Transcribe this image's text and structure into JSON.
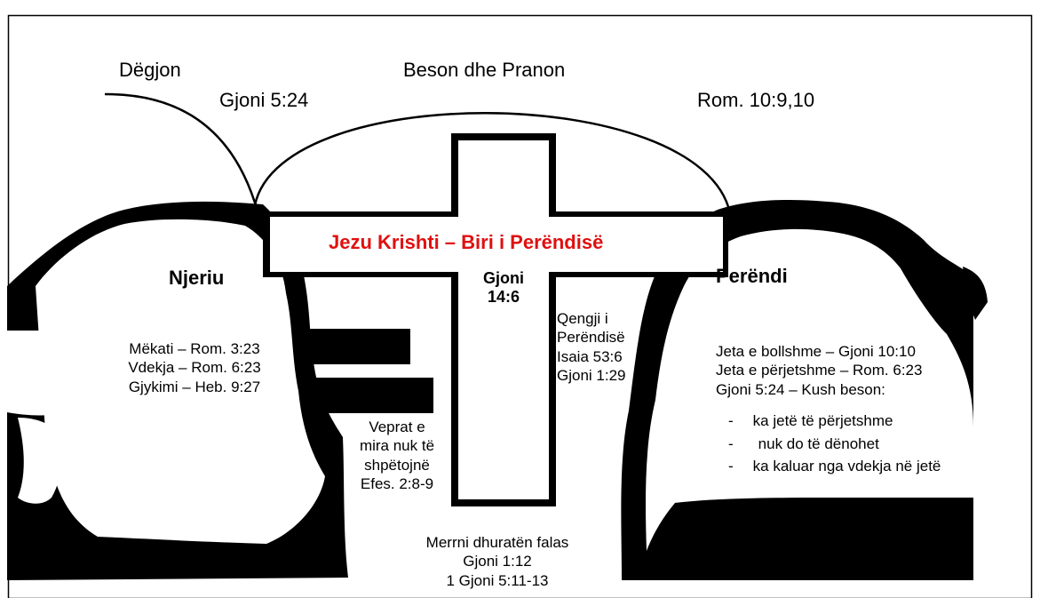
{
  "colors": {
    "ink": "#000000",
    "background": "#ffffff",
    "cross_title": "#e01010"
  },
  "top": {
    "hears": "Dëgjon",
    "believes": "Beson dhe Pranon",
    "ref_left": "Gjoni 5:24",
    "ref_right": "Rom. 10:9,10"
  },
  "left_cliff": {
    "title": "Njeriu",
    "lines": [
      "Mëkati – Rom. 3:23",
      "Vdekja – Rom. 6:23",
      "Gjykimi – Heb. 9:27"
    ]
  },
  "cross": {
    "title": "Jezu Krishti – Biri i Perëndisë",
    "ref_line1": "Gjoni",
    "ref_line2": "14:6",
    "lamb": [
      "Qengji i",
      "Perëndisë",
      "Isaia 53:6",
      "Gjoni 1:29"
    ]
  },
  "works": {
    "lines": [
      "Veprat e",
      "mira nuk të",
      "shpëtojnë",
      "Efes. 2:8-9"
    ]
  },
  "right_cliff": {
    "title": "Perëndi",
    "lines": [
      "Jeta e bollshme – Gjoni 10:10",
      "Jeta e përjetshme – Rom. 6:23",
      "Gjoni 5:24 – Kush beson:"
    ],
    "bullets": [
      "ka jetë të përjetshme",
      "nuk do të dënohet",
      "ka kaluar nga vdekja në jetë"
    ],
    "bullet_marker": "-"
  },
  "gift": {
    "lines": [
      "Merrni dhuratën falas",
      "Gjoni 1:12",
      "1 Gjoni 5:11-13"
    ]
  }
}
